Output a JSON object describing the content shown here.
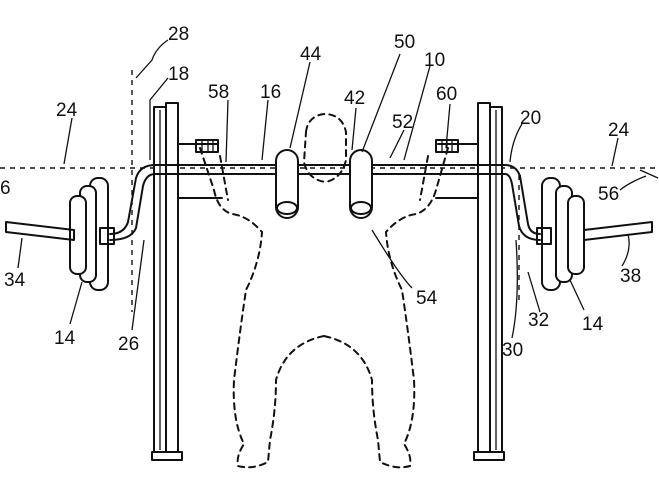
{
  "figure": {
    "labels": {
      "l6": "6",
      "l10": "10",
      "l14a": "14",
      "l14b": "14",
      "l16": "16",
      "l18": "18",
      "l20": "20",
      "l24a": "24",
      "l24b": "24",
      "l26": "26",
      "l28": "28",
      "l30": "30",
      "l32": "32",
      "l34": "34",
      "l38": "38",
      "l42": "42",
      "l44": "44",
      "l50": "50",
      "l52": "52",
      "l54": "54",
      "l56": "56",
      "l58": "58",
      "l60": "60"
    }
  }
}
